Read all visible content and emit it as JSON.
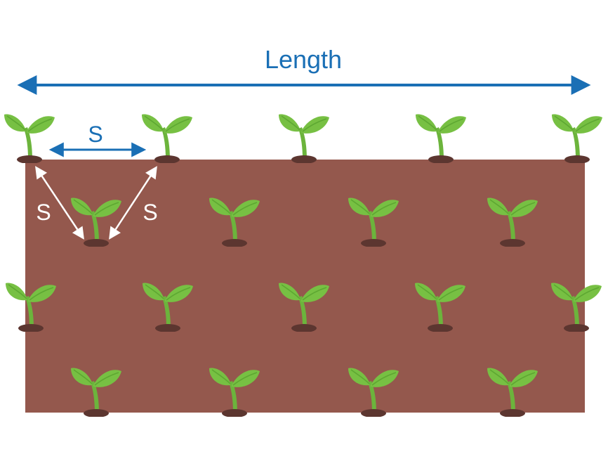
{
  "labels": {
    "length": "Length",
    "spacing_top": "S",
    "spacing_left": "S",
    "spacing_right": "S"
  },
  "colors": {
    "soil_bed": "#94584d",
    "dimension_blue": "#1a6fb5",
    "white_arrow": "#ffffff",
    "leaf_green": "#77c043",
    "leaf_dark": "#5ea832",
    "stem_green": "#6cb43c",
    "soil_mound": "#5c3630"
  },
  "icons": {
    "plant": "seedling-icon"
  }
}
